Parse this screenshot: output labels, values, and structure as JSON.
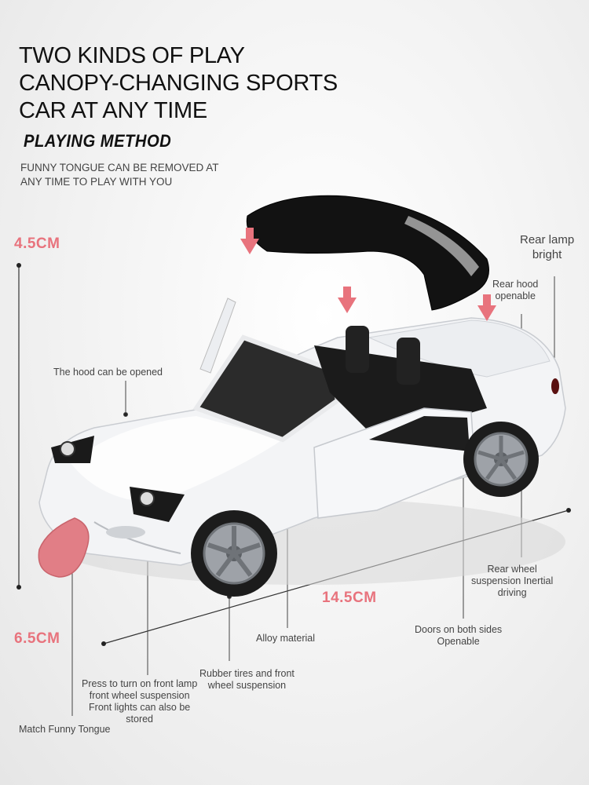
{
  "headline": [
    "TWO KINDS OF PLAY",
    "CANOPY-CHANGING SPORTS",
    "CAR AT ANY TIME"
  ],
  "playing_method": "PLAYING METHOD",
  "subtitle": [
    "FUNNY TONGUE CAN BE REMOVED AT",
    "ANY TIME TO PLAY WITH YOU"
  ],
  "dimensions": {
    "height": "4.5CM",
    "width": "6.5CM",
    "length": "14.5CM"
  },
  "callouts": {
    "rear_lamp": [
      "Rear lamp",
      "bright"
    ],
    "rear_hood": [
      "Rear hood",
      "openable"
    ],
    "hood": "The hood can be opened",
    "rear_wheel": [
      "Rear wheel",
      "suspension Inertial",
      "driving"
    ],
    "doors": [
      "Doors on both sides",
      "Openable"
    ],
    "alloy": "Alloy material",
    "rubber": [
      "Rubber tires and front",
      "wheel suspension"
    ],
    "front_lamp": [
      "Press to turn on front lamp",
      "front wheel suspension",
      "Front lights can also be",
      "stored"
    ],
    "tongue": "Match Funny Tongue"
  },
  "colors": {
    "accent": "#e8737d",
    "car_body": "#f4f5f7",
    "roof": "#111111",
    "text": "#333333"
  }
}
